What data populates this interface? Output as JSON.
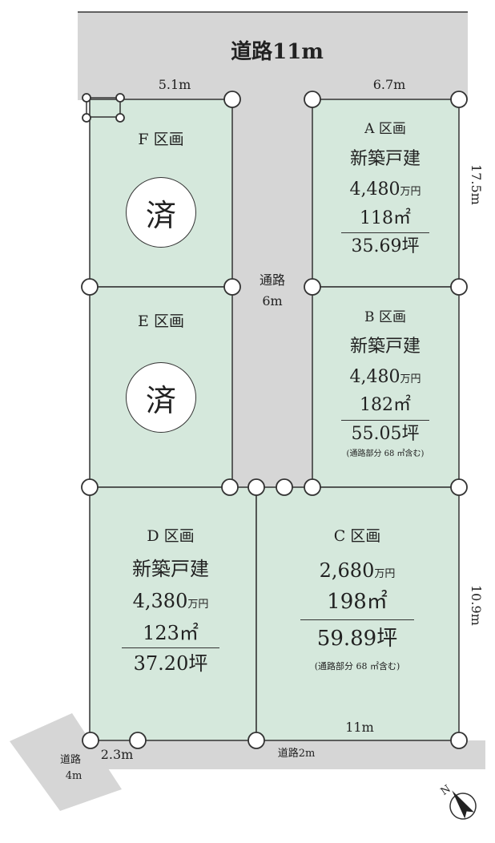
{
  "colors": {
    "road": "#d6d6d6",
    "lot": "#d5e8dc",
    "border": "#333333",
    "pin_fill": "#ffffff"
  },
  "roads": {
    "main": "道路11m",
    "passage": "通路",
    "passage_width": "6m",
    "side_left": "道路",
    "side_left_width": "4m",
    "bottom": "道路2m"
  },
  "dimensions": {
    "f_top": "5.1m",
    "a_top": "6.7m",
    "right_upper": "17.5m",
    "right_lower": "10.9m",
    "bottom_right": "11m",
    "bottom_left": "2.3m"
  },
  "lots": {
    "f": {
      "title": "F 区画",
      "status": "済"
    },
    "e": {
      "title": "E 区画",
      "status": "済"
    },
    "a": {
      "title": "A 区画",
      "kind": "新築戸建",
      "price": "4,480",
      "price_unit": "万円",
      "area_m2": "118㎡",
      "area_tsubo": "35.69坪"
    },
    "b": {
      "title": "B 区画",
      "kind": "新築戸建",
      "price": "4,480",
      "price_unit": "万円",
      "area_m2": "182㎡",
      "area_tsubo": "55.05坪",
      "note": "(通路部分 68 ㎡含む)"
    },
    "d": {
      "title": "D 区画",
      "kind": "新築戸建",
      "price": "4,380",
      "price_unit": "万円",
      "area_m2": "123㎡",
      "area_tsubo": "37.20坪"
    },
    "c": {
      "title": "C 区画",
      "price": "2,680",
      "price_unit": "万円",
      "area_m2": "198㎡",
      "area_tsubo": "59.89坪",
      "note": "(通路部分 68 ㎡含む)"
    }
  },
  "compass": {
    "north_label": "N"
  }
}
